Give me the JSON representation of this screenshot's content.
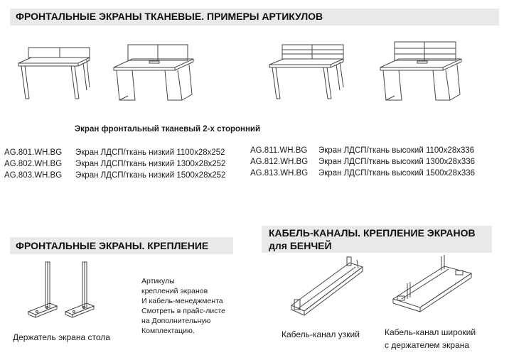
{
  "section1": {
    "title": "ФРОНТАЛЬНЫЕ ЭКРАНЫ  ТКАНЕВЫЕ. ПРИМЕРЫ АРТИКУЛОВ",
    "subtitle": "Экран фронтальный тканевый 2-х сторонний",
    "left_items": [
      {
        "code": "AG.801.WH.BG",
        "desc": "Экран ЛДСП/ткань низкий 1100х28х252"
      },
      {
        "code": "AG.802.WH.BG",
        "desc": "Экран ЛДСП/ткань низкий 1300х28х252"
      },
      {
        "code": "AG.803.WH.BG",
        "desc": "Экран ЛДСП/ткань низкий 1500х28х252"
      }
    ],
    "right_items": [
      {
        "code": "AG.811.WH.BG",
        "desc": "Экран ЛДСП/ткань высокий 1100х28х336"
      },
      {
        "code": "AG.812.WH.BG",
        "desc": "Экран ЛДСП/ткань высокий 1300х28х336"
      },
      {
        "code": "AG.813.WH.BG",
        "desc": "Экран ЛДСП/ткань высокий 1500х28х336"
      }
    ]
  },
  "section2": {
    "title": "ФРОНТАЛЬНЫЕ ЭКРАНЫ. КРЕПЛЕНИЕ",
    "holder_caption": "Держатель экрана стола",
    "note_lines": [
      "Артикулы",
      "креплений экранов",
      "И кабель-менеджмента",
      "Смотреть в прайс-листе",
      "на Дополнительную",
      "Комплектацию."
    ]
  },
  "section3": {
    "title_line1": "КАБЕЛЬ-КАНАЛЫ. КРЕПЛЕНИЕ ЭКРАНОВ",
    "title_line2": "для БЕНЧЕЙ",
    "narrow_caption": "Кабель-канал узкий",
    "wide_caption_line1": "Кабель-канал широкий",
    "wide_caption_line2": "с держателем экрана"
  }
}
